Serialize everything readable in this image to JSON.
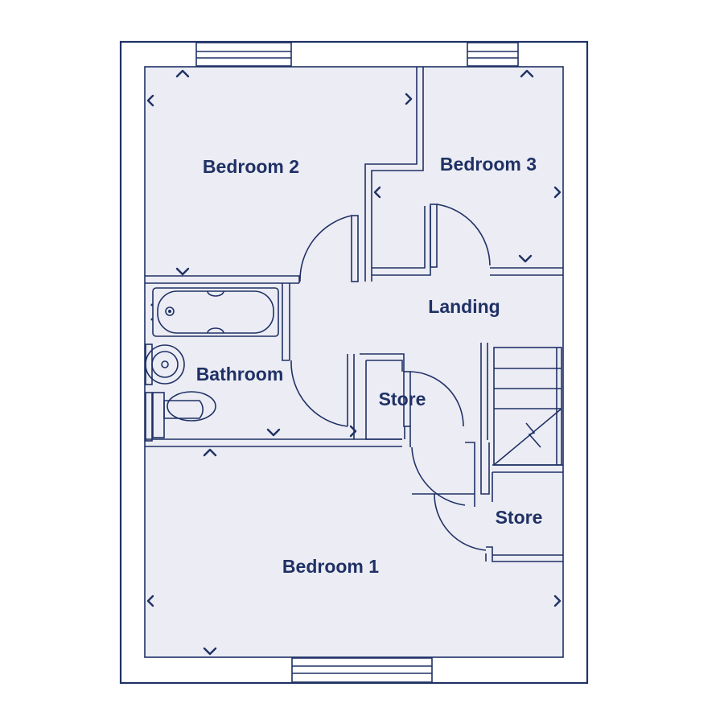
{
  "rooms": {
    "bedroom_2": "Bedroom 2",
    "bedroom_3": "Bedroom 3",
    "landing": "Landing",
    "bathroom": "Bathroom",
    "store_1": "Store",
    "store_2": "Store",
    "bedroom_1": "Bedroom 1"
  },
  "colors": {
    "line": "#1f3165",
    "floor": "#ececf4",
    "background": "#ffffff"
  }
}
